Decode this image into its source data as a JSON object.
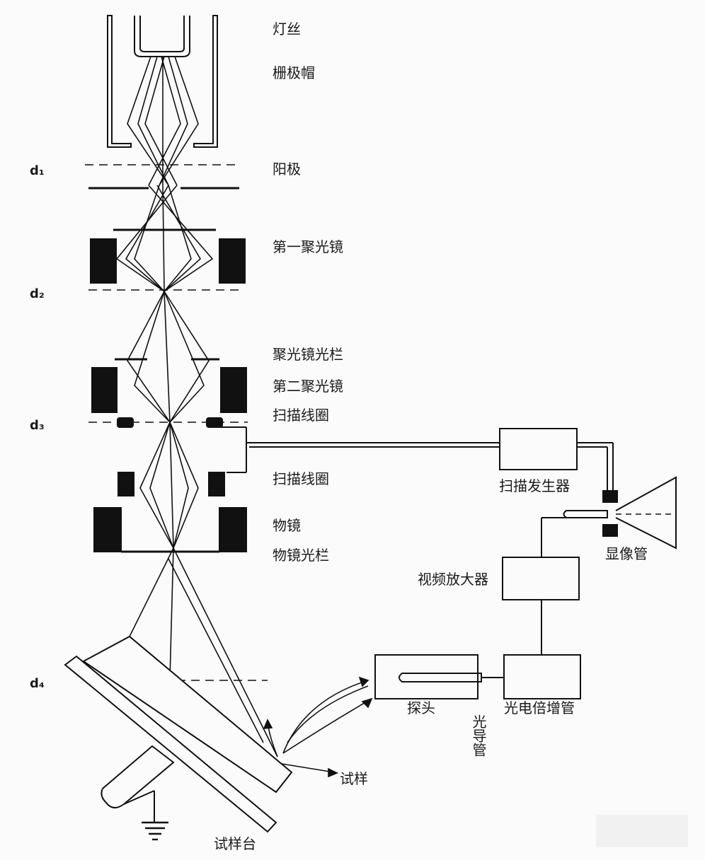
{
  "labels": {
    "filament": "灯丝",
    "grid_cap": "栅极帽",
    "anode": "阳极",
    "first_condenser": "第一聚光镜",
    "condenser_aperture": "聚光镜光栏",
    "second_condenser": "第二聚光镜",
    "scan_coil_1": "扫描线圈",
    "scan_coil_2": "扫描线圈",
    "objective": "物镜",
    "objective_aperture": "物镜光栏",
    "scan_generator": "扫描发生器",
    "display_tube": "显像管",
    "video_amplifier": "视频放大器",
    "probe": "探头",
    "light_guide": "光导管",
    "photomultiplier": "光电倍增管",
    "specimen": "试样",
    "specimen_stage": "试样台"
  },
  "planes": {
    "d1": "d₁",
    "d2": "d₂",
    "d3": "d₃",
    "d4": "d₄"
  },
  "colors": {
    "ink": "#111111",
    "background": "#fbfbfb"
  }
}
